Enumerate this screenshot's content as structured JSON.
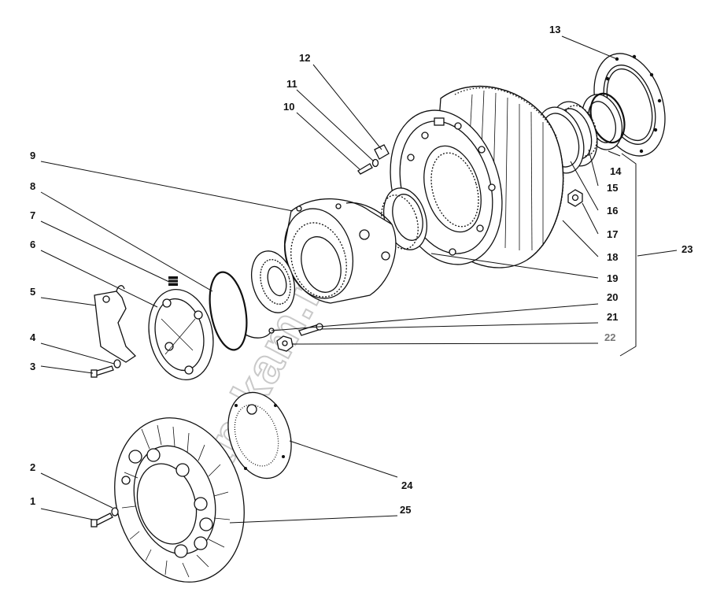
{
  "watermark": "zap-kam.ru",
  "callouts": [
    {
      "id": "1",
      "label": "1"
    },
    {
      "id": "2",
      "label": "2"
    },
    {
      "id": "3",
      "label": "3"
    },
    {
      "id": "4",
      "label": "4"
    },
    {
      "id": "5",
      "label": "5"
    },
    {
      "id": "6",
      "label": "6"
    },
    {
      "id": "7",
      "label": "7"
    },
    {
      "id": "8",
      "label": "8"
    },
    {
      "id": "9",
      "label": "9"
    },
    {
      "id": "10",
      "label": "10"
    },
    {
      "id": "11",
      "label": "11"
    },
    {
      "id": "12",
      "label": "12"
    },
    {
      "id": "13",
      "label": "13"
    },
    {
      "id": "14",
      "label": "14"
    },
    {
      "id": "15",
      "label": "15"
    },
    {
      "id": "16",
      "label": "16"
    },
    {
      "id": "17",
      "label": "17"
    },
    {
      "id": "18",
      "label": "18"
    },
    {
      "id": "19",
      "label": "19"
    },
    {
      "id": "20",
      "label": "20"
    },
    {
      "id": "21",
      "label": "21"
    },
    {
      "id": "22",
      "label": "22"
    },
    {
      "id": "23",
      "label": "23"
    },
    {
      "id": "24",
      "label": "24"
    },
    {
      "id": "25",
      "label": "25"
    }
  ],
  "colors": {
    "ink": "#111111",
    "background": "#ffffff",
    "watermark": "#c9c9c9",
    "callout_22": "#777777"
  }
}
